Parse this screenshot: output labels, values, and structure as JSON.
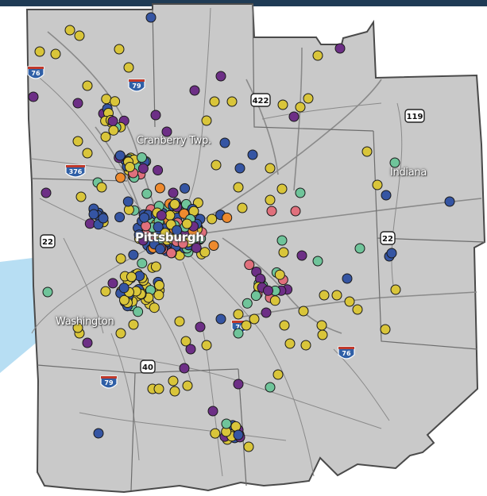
{
  "map": {
    "region_fill": "#c9c9c9",
    "border_color": "#4a4a4a",
    "road_color": "#8a8a8a",
    "beam_color": "#9fd3ef",
    "marker_colors": {
      "yellow": "#d9c53a",
      "green": "#6fc49a",
      "blue": "#3555a3",
      "purple": "#6d2f86",
      "orange": "#ee8a2e",
      "pink": "#e0707c"
    },
    "place_labels": [
      {
        "name": "Cranberry Twp."
      },
      {
        "name": "Indiana"
      },
      {
        "name": "Pittsburgh"
      },
      {
        "name": "Washington"
      }
    ],
    "interstate_shields": [
      "76",
      "79",
      "376",
      "70",
      "79",
      "76"
    ],
    "us_shields": [
      "422",
      "119",
      "22",
      "22",
      "40"
    ]
  }
}
